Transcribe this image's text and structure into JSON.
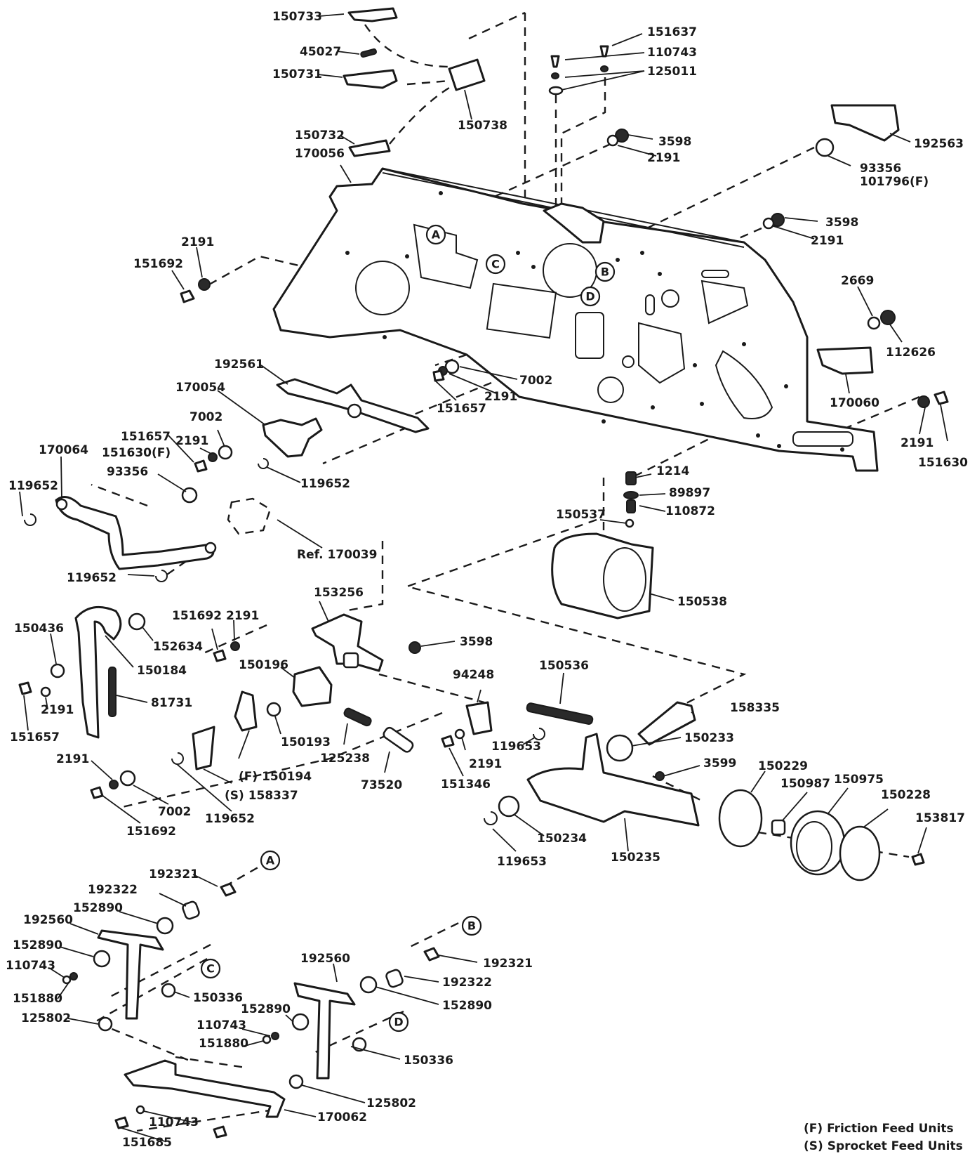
{
  "part_numbers": {
    "p150733": "150733",
    "p45027": "45027",
    "p150731": "150731",
    "p150738": "150738",
    "p150732": "150732",
    "p170056": "170056",
    "p151637": "151637",
    "p110743_top": "110743",
    "p125011": "125011",
    "p3598_a": "3598",
    "p2191_a": "2191",
    "p192563": "192563",
    "p93356_a": "93356",
    "p101796f": "101796(F)",
    "p3598_b": "3598",
    "p2191_b": "2191",
    "p2191_c": "2191",
    "p151692_a": "151692",
    "p2669": "2669",
    "p112626": "112626",
    "p170060": "170060",
    "p192561": "192561",
    "p7002_a": "7002",
    "p2191_d": "2191",
    "p151657_a": "151657",
    "p170054": "170054",
    "p7002_b": "7002",
    "p151657_b": "151657",
    "p2191_e": "2191",
    "p151630f": "151630(F)",
    "p93356_b": "93356",
    "p170064": "170064",
    "p119652_a": "119652",
    "p119652_b": "119652",
    "p119652_c": "119652",
    "p2191_f": "2191",
    "p151630": "151630",
    "p1214": "1214",
    "p89897": "89897",
    "p110872": "110872",
    "p150537": "150537",
    "p150538": "150538",
    "ref170039": "Ref. 170039",
    "p153256": "153256",
    "p150436": "150436",
    "p152634": "152634",
    "p150184": "150184",
    "p151692_b": "151692",
    "p2191_g": "2191",
    "p3598_c": "3598",
    "p150196": "150196",
    "p81731": "81731",
    "p2191_h": "2191",
    "p151657_c": "151657",
    "p150193": "150193",
    "p125238": "125238",
    "p73520": "73520",
    "p94248": "94248",
    "p150536": "150536",
    "p158335": "158335",
    "p150233": "150233",
    "p119653_a": "119653",
    "p2191_i": "2191",
    "p151346": "151346",
    "p3599": "3599",
    "p150229": "150229",
    "p150987": "150987",
    "p150975": "150975",
    "p150228": "150228",
    "p153817": "153817",
    "p2191_j": "2191",
    "p150194f": "(F) 150194",
    "p158337s": "(S) 158337",
    "p7002_c": "7002",
    "p151692_c": "151692",
    "p119652_d": "119652",
    "p150234": "150234",
    "p119653_b": "119653",
    "p150235": "150235",
    "p192321_a": "192321",
    "p192322_a": "192322",
    "p152890_a": "152890",
    "p192560_a": "192560",
    "p152890_b": "152890",
    "p110743_a": "110743",
    "p151880_a": "151880",
    "p150336_a": "150336",
    "p125802_a": "125802",
    "p192321_b": "192321",
    "p192322_b": "192322",
    "p192560_b": "192560",
    "p152890_c": "152890",
    "p152890_d": "152890",
    "p110743_b": "110743",
    "p151880_b": "151880",
    "p150336_b": "150336",
    "p125802_b": "125802",
    "p170062": "170062",
    "p110743_c": "110743",
    "p151685": "151685"
  },
  "callouts": {
    "A": "A",
    "B": "B",
    "C": "C",
    "D": "D"
  },
  "legend": {
    "friction": "(F) Friction Feed Units",
    "sprocket": "(S) Sprocket Feed Units"
  }
}
